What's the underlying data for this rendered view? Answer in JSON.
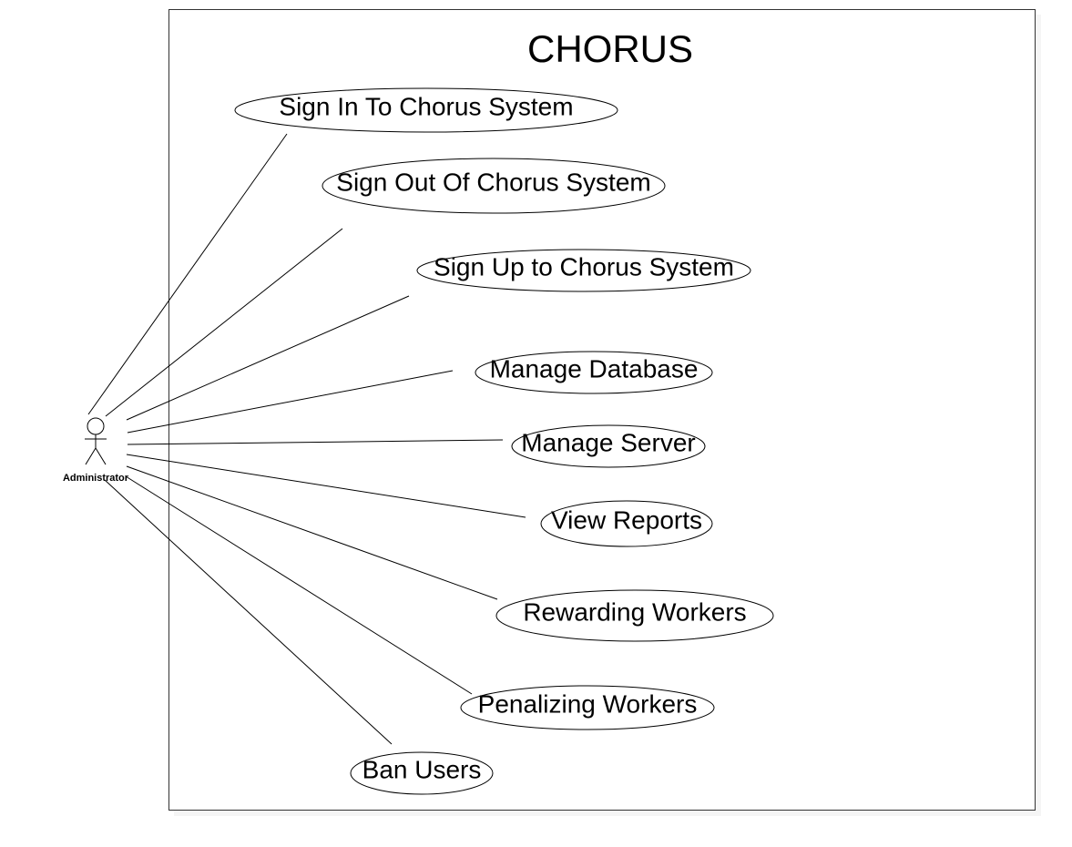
{
  "system": {
    "title": "CHORUS"
  },
  "actor": {
    "name": "Administrator"
  },
  "use_cases": [
    {
      "id": "sign-in",
      "label": "Sign In To Chorus System"
    },
    {
      "id": "sign-out",
      "label": "Sign Out Of Chorus System"
    },
    {
      "id": "sign-up",
      "label": "Sign Up to Chorus System"
    },
    {
      "id": "manage-database",
      "label": "Manage Database"
    },
    {
      "id": "manage-server",
      "label": "Manage Server"
    },
    {
      "id": "view-reports",
      "label": "View Reports"
    },
    {
      "id": "rewarding-workers",
      "label": "Rewarding Workers"
    },
    {
      "id": "penalizing-workers",
      "label": "Penalizing Workers"
    },
    {
      "id": "ban-users",
      "label": "Ban Users"
    }
  ],
  "associations": [
    {
      "from": "administrator",
      "to": "sign-in"
    },
    {
      "from": "administrator",
      "to": "sign-out"
    },
    {
      "from": "administrator",
      "to": "sign-up"
    },
    {
      "from": "administrator",
      "to": "manage-database"
    },
    {
      "from": "administrator",
      "to": "manage-server"
    },
    {
      "from": "administrator",
      "to": "view-reports"
    },
    {
      "from": "administrator",
      "to": "rewarding-workers"
    },
    {
      "from": "administrator",
      "to": "penalizing-workers"
    },
    {
      "from": "administrator",
      "to": "ban-users"
    }
  ]
}
